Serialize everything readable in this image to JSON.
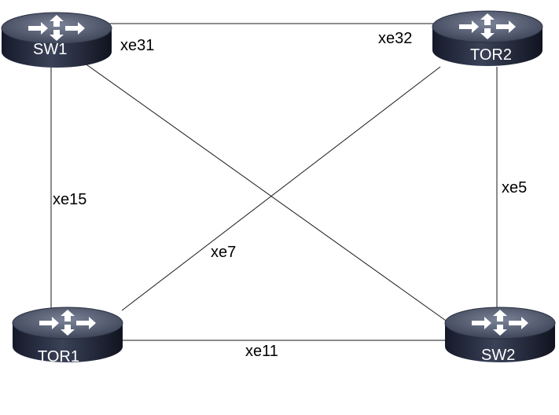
{
  "diagram": {
    "devices": [
      {
        "id": "sw1",
        "label": "SW1",
        "icon": "router-icon"
      },
      {
        "id": "tor2",
        "label": "TOR2",
        "icon": "router-icon"
      },
      {
        "id": "tor1",
        "label": "TOR1",
        "icon": "router-icon"
      },
      {
        "id": "sw2",
        "label": "SW2",
        "icon": "router-icon"
      }
    ],
    "links": [
      {
        "from": "SW1",
        "to": "TOR2",
        "labels": [
          "xe31",
          "xe32"
        ]
      },
      {
        "from": "SW1",
        "to": "TOR1",
        "labels": [
          "xe15"
        ]
      },
      {
        "from": "SW1",
        "to": "SW2",
        "labels": []
      },
      {
        "from": "TOR2",
        "to": "TOR1",
        "labels": [
          "xe7"
        ]
      },
      {
        "from": "TOR2",
        "to": "SW2",
        "labels": [
          "xe5"
        ]
      },
      {
        "from": "TOR1",
        "to": "SW2",
        "labels": [
          "xe11"
        ]
      }
    ],
    "colors": {
      "router_top": "#4a5266",
      "router_body": "#1c2030",
      "router_arrows": "#ffffff",
      "line": "#1a1a1a",
      "label_text": "#000000",
      "device_text": "#ffffff"
    }
  }
}
